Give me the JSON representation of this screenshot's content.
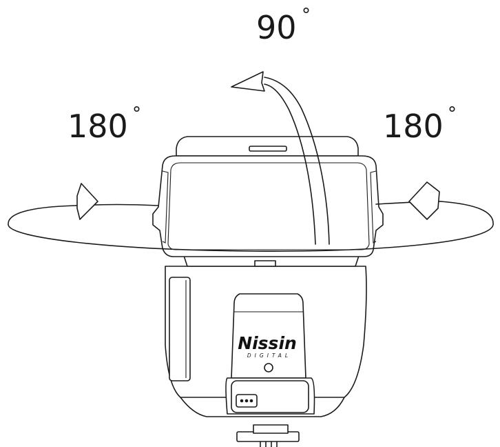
{
  "labels": {
    "tilt_angle": "90",
    "left_rotation_angle": "180",
    "right_rotation_angle": "180",
    "degree_symbol": "°"
  },
  "brand": {
    "name": "Nissin",
    "subtitle": "DIGITAL"
  },
  "icons": {
    "tilt_arrow": "curved-arrow-up-left-icon",
    "left_arrow": "curved-arrow-right-icon",
    "right_arrow": "curved-arrow-left-icon"
  },
  "colors": {
    "line": "#1a1a1a",
    "background": "#ffffff"
  }
}
